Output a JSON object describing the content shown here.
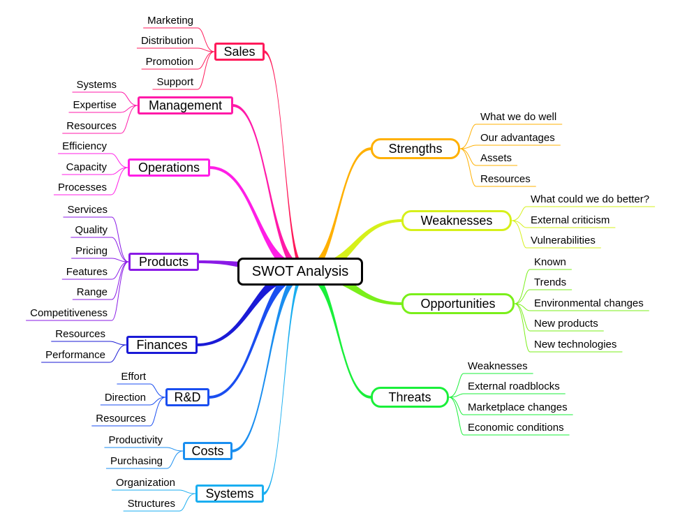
{
  "center": {
    "label": "SWOT Analysis"
  },
  "left_branches": [
    {
      "label": "Sales",
      "color": "#ff1a5a",
      "items": [
        "Marketing",
        "Distribution",
        "Promotion",
        "Support"
      ]
    },
    {
      "label": "Management",
      "color": "#ff1aa8",
      "items": [
        "Systems",
        "Expertise",
        "Resources"
      ]
    },
    {
      "label": "Operations",
      "color": "#ff1ee6",
      "items": [
        "Efficiency",
        "Capacity",
        "Processes"
      ]
    },
    {
      "label": "Products",
      "color": "#8a1ae6",
      "items": [
        "Services",
        "Quality",
        "Pricing",
        "Features",
        "Range",
        "Competitiveness"
      ]
    },
    {
      "label": "Finances",
      "color": "#1a1ad6",
      "items": [
        "Resources",
        "Performance"
      ]
    },
    {
      "label": "R&D",
      "color": "#1a4ef0",
      "items": [
        "Effort",
        "Direction",
        "Resources"
      ]
    },
    {
      "label": "Costs",
      "color": "#1a8ef0",
      "items": [
        "Productivity",
        "Purchasing"
      ]
    },
    {
      "label": "Systems",
      "color": "#1aaef0",
      "items": [
        "Organization",
        "Structures"
      ]
    }
  ],
  "right_branches": [
    {
      "label": "Strengths",
      "color": "#ffb000",
      "items": [
        "What we do well",
        "Our advantages",
        "Assets",
        "Resources"
      ]
    },
    {
      "label": "Weaknesses",
      "color": "#d6f01a",
      "items": [
        "What could we do better?",
        "External criticism",
        "Vulnerabilities"
      ]
    },
    {
      "label": "Opportunities",
      "color": "#7aef1a",
      "items": [
        "Known",
        "Trends",
        "Environmental changes",
        "New products",
        "New technologies"
      ]
    },
    {
      "label": "Threats",
      "color": "#1aef3a",
      "items": [
        "Weaknesses",
        "External roadblocks",
        "Marketplace changes",
        "Economic conditions"
      ]
    }
  ]
}
